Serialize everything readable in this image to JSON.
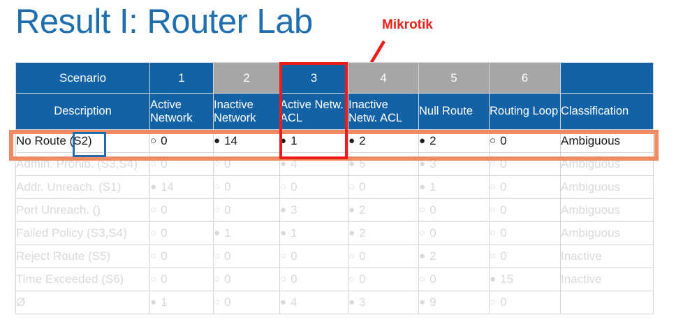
{
  "slide": {
    "title": "Result I: Router Lab"
  },
  "annotation": {
    "label": "Mikrotik",
    "color": "#E8211B",
    "icon": "arrow-icon"
  },
  "highlights": {
    "row_box_color": "#F08A63",
    "s2_box_color": "#1F6FB0",
    "column3_box_color": "#EE1C17"
  },
  "table": {
    "header_row1": {
      "label": "Scenario",
      "numbers": [
        "1",
        "2",
        "3",
        "4",
        "5",
        "6"
      ],
      "gray_columns": [
        2,
        4,
        5,
        6
      ],
      "last": ""
    },
    "header_row2": {
      "label": "Description",
      "scenarios": [
        "Active Network",
        "Inactive Network",
        "Active Netw. ACL",
        "Inactive Netw. ACL",
        "Null Route",
        "Routing Loop"
      ],
      "last": "Classification"
    },
    "rows": [
      {
        "label": "No Route (S2)",
        "faded": false,
        "cells": [
          {
            "marker": "hollow",
            "value": "0"
          },
          {
            "marker": "filled",
            "value": "14"
          },
          {
            "marker": "filled",
            "value": "1"
          },
          {
            "marker": "filled",
            "value": "2"
          },
          {
            "marker": "filled",
            "value": "2"
          },
          {
            "marker": "hollow",
            "value": "0"
          }
        ],
        "classification": "Ambiguous"
      },
      {
        "label": "Admin. Prohib. (S3,S4)",
        "faded": true,
        "cells": [
          {
            "marker": "hollow",
            "value": "0"
          },
          {
            "marker": "hollow",
            "value": "0"
          },
          {
            "marker": "filled",
            "value": "4"
          },
          {
            "marker": "filled",
            "value": "5"
          },
          {
            "marker": "filled",
            "value": "3"
          },
          {
            "marker": "hollow",
            "value": "0"
          }
        ],
        "classification": "Ambiguous"
      },
      {
        "label": "Addr. Unreach. (S1)",
        "faded": true,
        "cells": [
          {
            "marker": "filled",
            "value": "14"
          },
          {
            "marker": "hollow",
            "value": "0"
          },
          {
            "marker": "hollow",
            "value": "0"
          },
          {
            "marker": "hollow",
            "value": "0"
          },
          {
            "marker": "filled",
            "value": "1"
          },
          {
            "marker": "hollow",
            "value": "0"
          }
        ],
        "classification": "Ambiguous"
      },
      {
        "label": "Port Unreach. ()",
        "faded": true,
        "cells": [
          {
            "marker": "hollow",
            "value": "0"
          },
          {
            "marker": "hollow",
            "value": "0"
          },
          {
            "marker": "filled",
            "value": "3"
          },
          {
            "marker": "filled",
            "value": "2"
          },
          {
            "marker": "hollow",
            "value": "0"
          },
          {
            "marker": "hollow",
            "value": "0"
          }
        ],
        "classification": "Ambiguous"
      },
      {
        "label": "Failed Policy (S3,S4)",
        "faded": true,
        "cells": [
          {
            "marker": "hollow",
            "value": "0"
          },
          {
            "marker": "filled",
            "value": "1"
          },
          {
            "marker": "filled",
            "value": "1"
          },
          {
            "marker": "filled",
            "value": "2"
          },
          {
            "marker": "hollow",
            "value": "0"
          },
          {
            "marker": "hollow",
            "value": "0"
          }
        ],
        "classification": "Ambiguous"
      },
      {
        "label": "Reject Route (S5)",
        "faded": true,
        "cells": [
          {
            "marker": "hollow",
            "value": "0"
          },
          {
            "marker": "hollow",
            "value": "0"
          },
          {
            "marker": "hollow",
            "value": "0"
          },
          {
            "marker": "hollow",
            "value": "0"
          },
          {
            "marker": "filled",
            "value": "2"
          },
          {
            "marker": "hollow",
            "value": "0"
          }
        ],
        "classification": "Inactive"
      },
      {
        "label": "Time Exceeded (S6)",
        "faded": true,
        "cells": [
          {
            "marker": "hollow",
            "value": "0"
          },
          {
            "marker": "hollow",
            "value": "0"
          },
          {
            "marker": "hollow",
            "value": "0"
          },
          {
            "marker": "hollow",
            "value": "0"
          },
          {
            "marker": "hollow",
            "value": "0"
          },
          {
            "marker": "filled",
            "value": "15"
          }
        ],
        "classification": "Inactive"
      },
      {
        "label": "Ø",
        "faded": true,
        "cells": [
          {
            "marker": "filled",
            "value": "1"
          },
          {
            "marker": "hollow",
            "value": "0"
          },
          {
            "marker": "filled",
            "value": "4"
          },
          {
            "marker": "filled",
            "value": "3"
          },
          {
            "marker": "filled",
            "value": "9"
          },
          {
            "marker": "hollow",
            "value": "0"
          }
        ],
        "classification": ""
      }
    ]
  }
}
